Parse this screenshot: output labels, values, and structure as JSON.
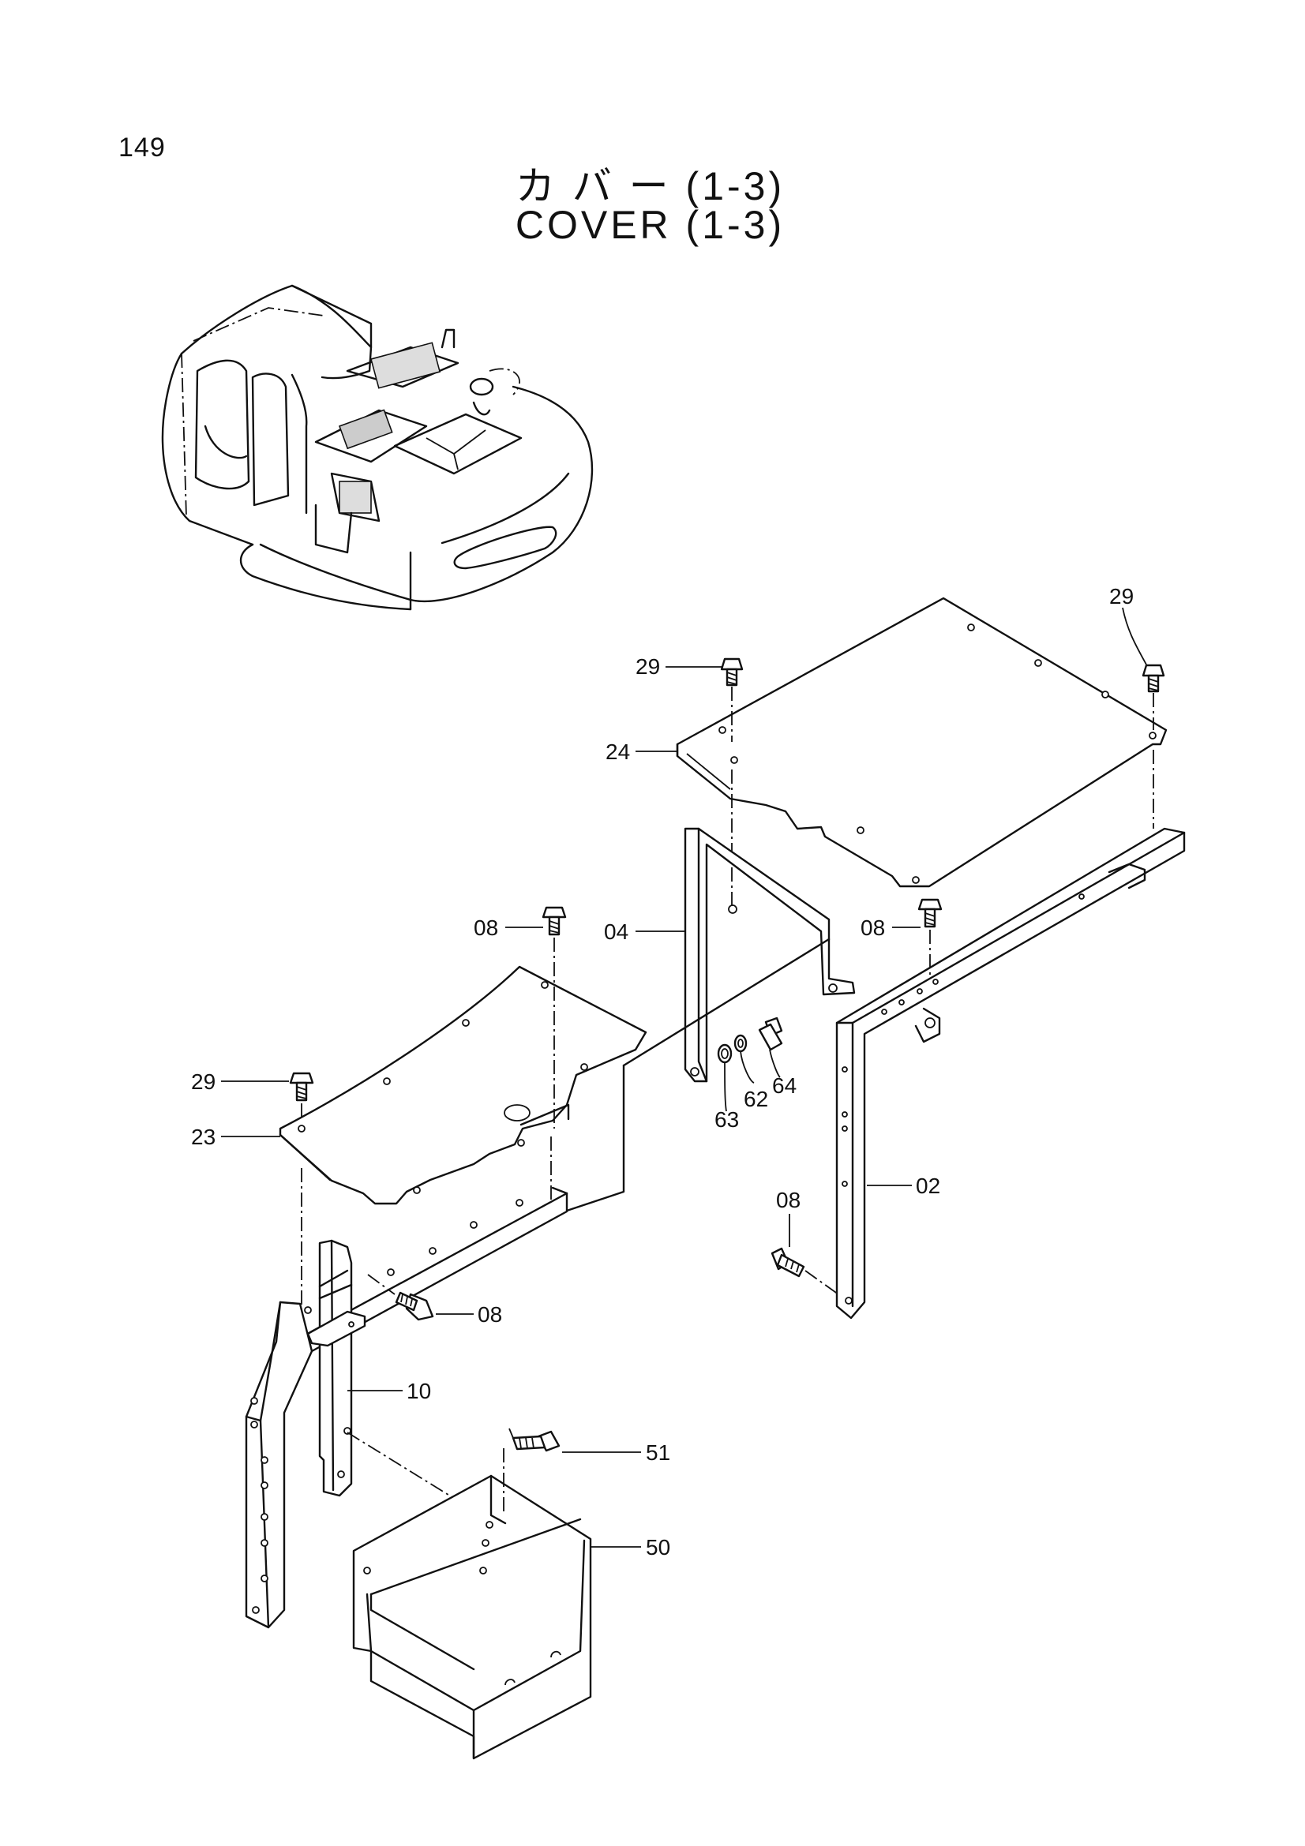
{
  "page": {
    "number": "149"
  },
  "title": {
    "japanese": "カ バ ー  (1-3)",
    "english": "COVER  (1-3)"
  },
  "callouts": [
    {
      "id": "label-29-top",
      "text": "29"
    },
    {
      "id": "label-29-left",
      "text": "29"
    },
    {
      "id": "label-24",
      "text": "24"
    },
    {
      "id": "label-08-mid",
      "text": "08"
    },
    {
      "id": "label-04",
      "text": "04"
    },
    {
      "id": "label-08-right",
      "text": "08"
    },
    {
      "id": "label-29-lower",
      "text": "29"
    },
    {
      "id": "label-23",
      "text": "23"
    },
    {
      "id": "label-64",
      "text": "64"
    },
    {
      "id": "label-62",
      "text": "62"
    },
    {
      "id": "label-63",
      "text": "63"
    },
    {
      "id": "label-02",
      "text": "02"
    },
    {
      "id": "label-08-bolt",
      "text": "08"
    },
    {
      "id": "label-08-lower",
      "text": "08"
    },
    {
      "id": "label-10",
      "text": "10"
    },
    {
      "id": "label-51",
      "text": "51"
    },
    {
      "id": "label-50",
      "text": "50"
    }
  ]
}
